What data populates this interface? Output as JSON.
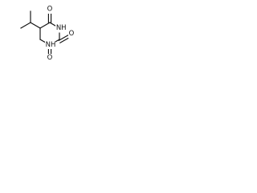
{
  "diagram": {
    "atoms": {
      "o_top": "O",
      "nh_upper": "NH",
      "o_right": "O",
      "nh_lower": "NH",
      "o_bottom": "O"
    },
    "bond_color": "#111111",
    "background_color": "#ffffff"
  }
}
